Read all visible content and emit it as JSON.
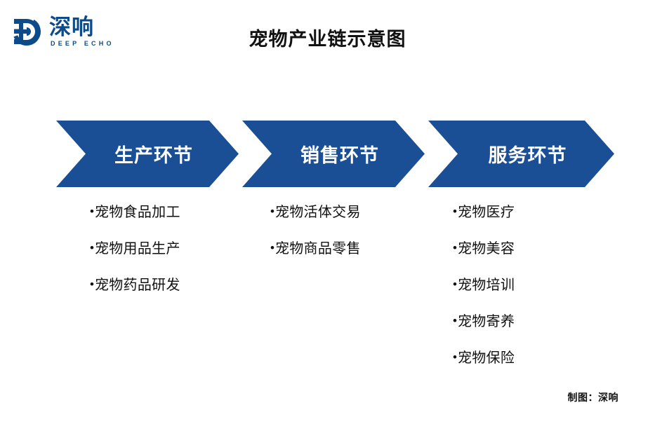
{
  "brand": {
    "mark_icon": "deep-echo-d-logo",
    "name_cn": "深响",
    "name_en": "DEEP ECHO",
    "color": "#0d4a8a"
  },
  "title": "宠物产业链示意图",
  "accent_color": "#1a4f95",
  "diagram": {
    "type": "chevron-process-flow",
    "stages": [
      {
        "label": "生产环节",
        "items": [
          "宠物食品加工",
          "宠物用品生产",
          "宠物药品研发"
        ]
      },
      {
        "label": "销售环节",
        "items": [
          "宠物活体交易",
          "宠物商品零售"
        ]
      },
      {
        "label": "服务环节",
        "items": [
          "宠物医疗",
          "宠物美容",
          "宠物培训",
          "宠物寄养",
          "宠物保险"
        ]
      }
    ],
    "bullet_glyph": "•"
  },
  "footer": {
    "credit": "制图：深响"
  }
}
